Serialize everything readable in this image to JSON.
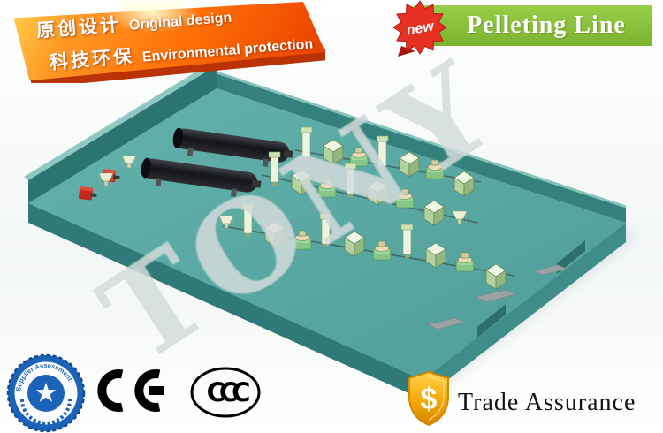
{
  "banner_left": {
    "line1_cn": "原创设计",
    "line1_en": "Original design",
    "line2_cn": "科技环保",
    "line2_en": "Environmental protection"
  },
  "banner_right": {
    "title": "Pelleting Line",
    "new_badge": "new"
  },
  "watermark": "TONY",
  "certifications": {
    "supplier_assessment": "Supplier Assessment",
    "ce": "CE",
    "ccc": "CCC"
  },
  "trade_assurance": {
    "label": "Trade Assurance",
    "currency_symbol": "$"
  },
  "colors": {
    "banner_orange": "#ff6f06",
    "banner_green": "#8dc63f",
    "badge_red": "#e2231a",
    "platform_teal": "#58a8a3",
    "platform_wall_teal": "#2b7470",
    "shield_gold": "#f5a800",
    "cert_blue": "#1a63b8"
  }
}
